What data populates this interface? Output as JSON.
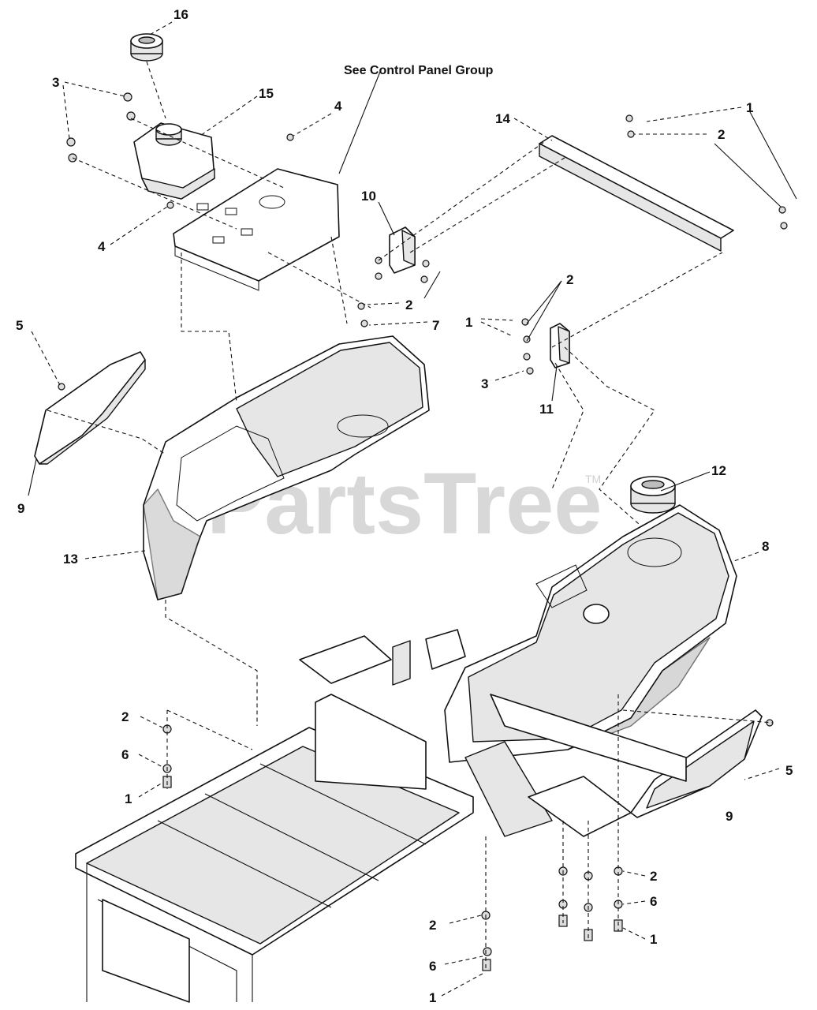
{
  "note_label": "See Control Panel Group",
  "watermark": "PartsTree",
  "watermark_mark": "TM",
  "callouts": [
    {
      "id": "c16",
      "text": "16"
    },
    {
      "id": "c3a",
      "text": "3"
    },
    {
      "id": "c15",
      "text": "15"
    },
    {
      "id": "c4a",
      "text": "4"
    },
    {
      "id": "c4b",
      "text": "4"
    },
    {
      "id": "c14",
      "text": "14"
    },
    {
      "id": "c1a",
      "text": "1"
    },
    {
      "id": "c2a",
      "text": "2"
    },
    {
      "id": "c10",
      "text": "10"
    },
    {
      "id": "c2b",
      "text": "2"
    },
    {
      "id": "c7",
      "text": "7"
    },
    {
      "id": "c2c",
      "text": "2"
    },
    {
      "id": "c1b",
      "text": "1"
    },
    {
      "id": "c3b",
      "text": "3"
    },
    {
      "id": "c11",
      "text": "11"
    },
    {
      "id": "c5a",
      "text": "5"
    },
    {
      "id": "c9a",
      "text": "9"
    },
    {
      "id": "c12",
      "text": "12"
    },
    {
      "id": "c8",
      "text": "8"
    },
    {
      "id": "c13",
      "text": "13"
    },
    {
      "id": "c2d",
      "text": "2"
    },
    {
      "id": "c6a",
      "text": "6"
    },
    {
      "id": "c1c",
      "text": "1"
    },
    {
      "id": "c5b",
      "text": "5"
    },
    {
      "id": "c9b",
      "text": "9"
    },
    {
      "id": "c2e",
      "text": "2"
    },
    {
      "id": "c6b",
      "text": "6"
    },
    {
      "id": "c1d",
      "text": "1"
    },
    {
      "id": "c2f",
      "text": "2"
    },
    {
      "id": "c6c",
      "text": "6"
    },
    {
      "id": "c1e",
      "text": "1"
    }
  ]
}
